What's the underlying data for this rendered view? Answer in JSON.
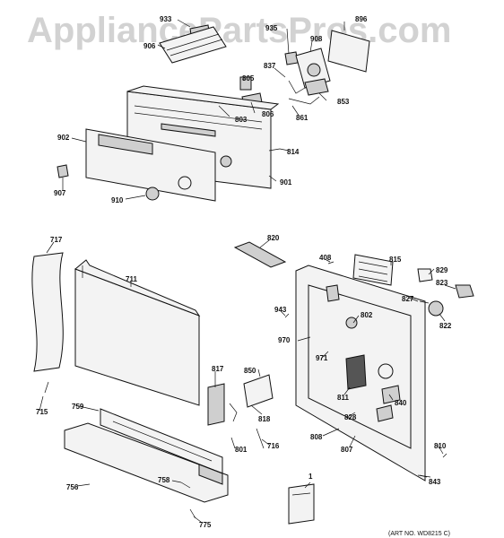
{
  "watermark": "AppliancePartsPros.com",
  "art_number": "(ART NO. WD8215 C)",
  "part_labels": [
    "933",
    "935",
    "896",
    "906",
    "908",
    "837",
    "853",
    "805",
    "803",
    "806",
    "861",
    "814",
    "902",
    "901",
    "907",
    "910",
    "717",
    "711",
    "820",
    "408",
    "815",
    "829",
    "827",
    "823",
    "943",
    "802",
    "970",
    "971",
    "822",
    "811",
    "840",
    "828",
    "817",
    "850",
    "818",
    "715",
    "759",
    "716",
    "801",
    "808",
    "807",
    "810",
    "756",
    "758",
    "843",
    "775",
    "1"
  ]
}
